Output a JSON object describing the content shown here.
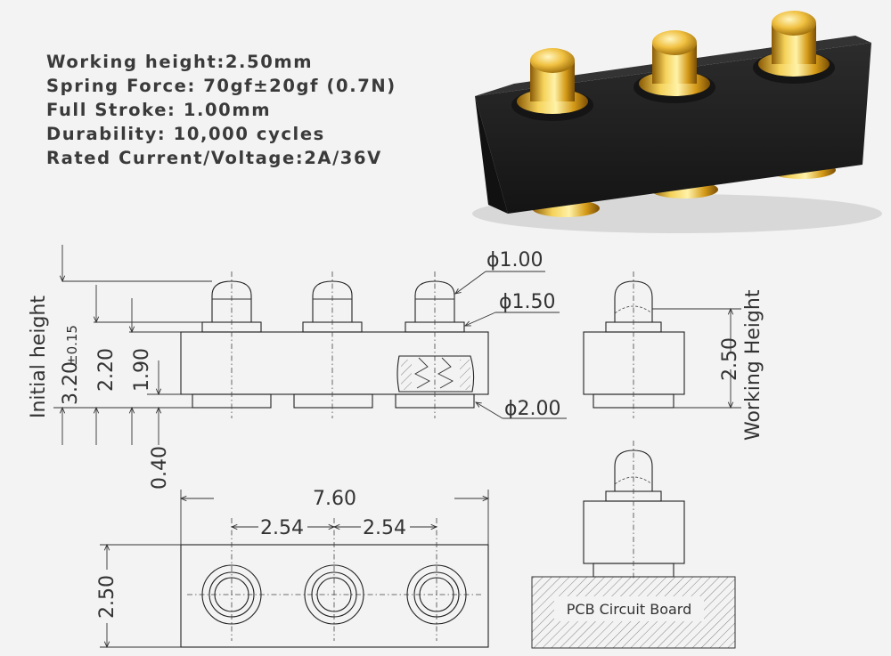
{
  "specs": [
    "Working height:2.50mm",
    "Spring Force: 70gf±20gf (0.7N)",
    "Full Stroke: 1.00mm",
    "Durability: 10,000 cycles",
    "Rated Current/Voltage:2A/36V"
  ],
  "dims": {
    "d_tip": "ϕ1.00",
    "d_plunger": "ϕ1.50",
    "d_base": "ϕ2.00",
    "initial_height_label": "Initial height",
    "initial_height_value": "3.20",
    "initial_height_tol": "±0.15",
    "h_220": "2.20",
    "h_190": "1.90",
    "h_040": "0.40",
    "working_height_value": "2.50",
    "working_height_label": "Working Height",
    "length": "7.60",
    "pitch_1": "2.54",
    "pitch_2": "2.54",
    "width": "2.50",
    "pcb_label": "PCB Circuit Board"
  },
  "colors": {
    "body": "#1f1f1f",
    "gold": "#d4a017",
    "line": "#222222",
    "background": "#f3f3f3"
  }
}
